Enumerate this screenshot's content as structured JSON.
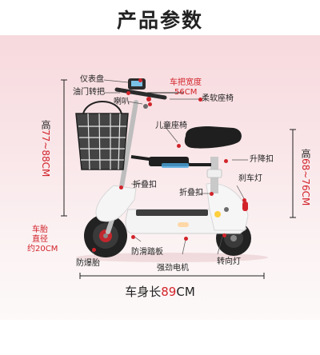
{
  "title": "产品参数",
  "labels": {
    "dashboard": "仪表盘",
    "throttle": "油门转把",
    "horn": "喇叭",
    "handlebar_width_title": "车把宽度",
    "handlebar_width_value": "56CM",
    "soft_seat": "柔软座椅",
    "child_seat": "儿童座椅",
    "lift_lower": "升降扣",
    "fold_buckle_1": "折叠扣",
    "fold_buckle_2": "折叠扣",
    "brake_light": "刹车灯",
    "tire_size_1": "车胎",
    "tire_size_2": "直径",
    "tire_size_3": "约20CM",
    "anti_burst": "防爆胎",
    "anti_slip": "防滑踏板",
    "motor": "强劲电机",
    "turn_signal": "转向灯"
  },
  "dimensions": {
    "height_overall_prefix": "高",
    "height_overall_value": "77~88CM",
    "seat_height_prefix": "高",
    "seat_height_value": "68~76CM",
    "length_prefix": "车身长",
    "length_value": "89",
    "length_unit": "CM"
  },
  "colors": {
    "accent": "#d2232a",
    "frame": "#f3f3f3",
    "basket": "#3a3a3a",
    "background": "#f8e1e4"
  }
}
